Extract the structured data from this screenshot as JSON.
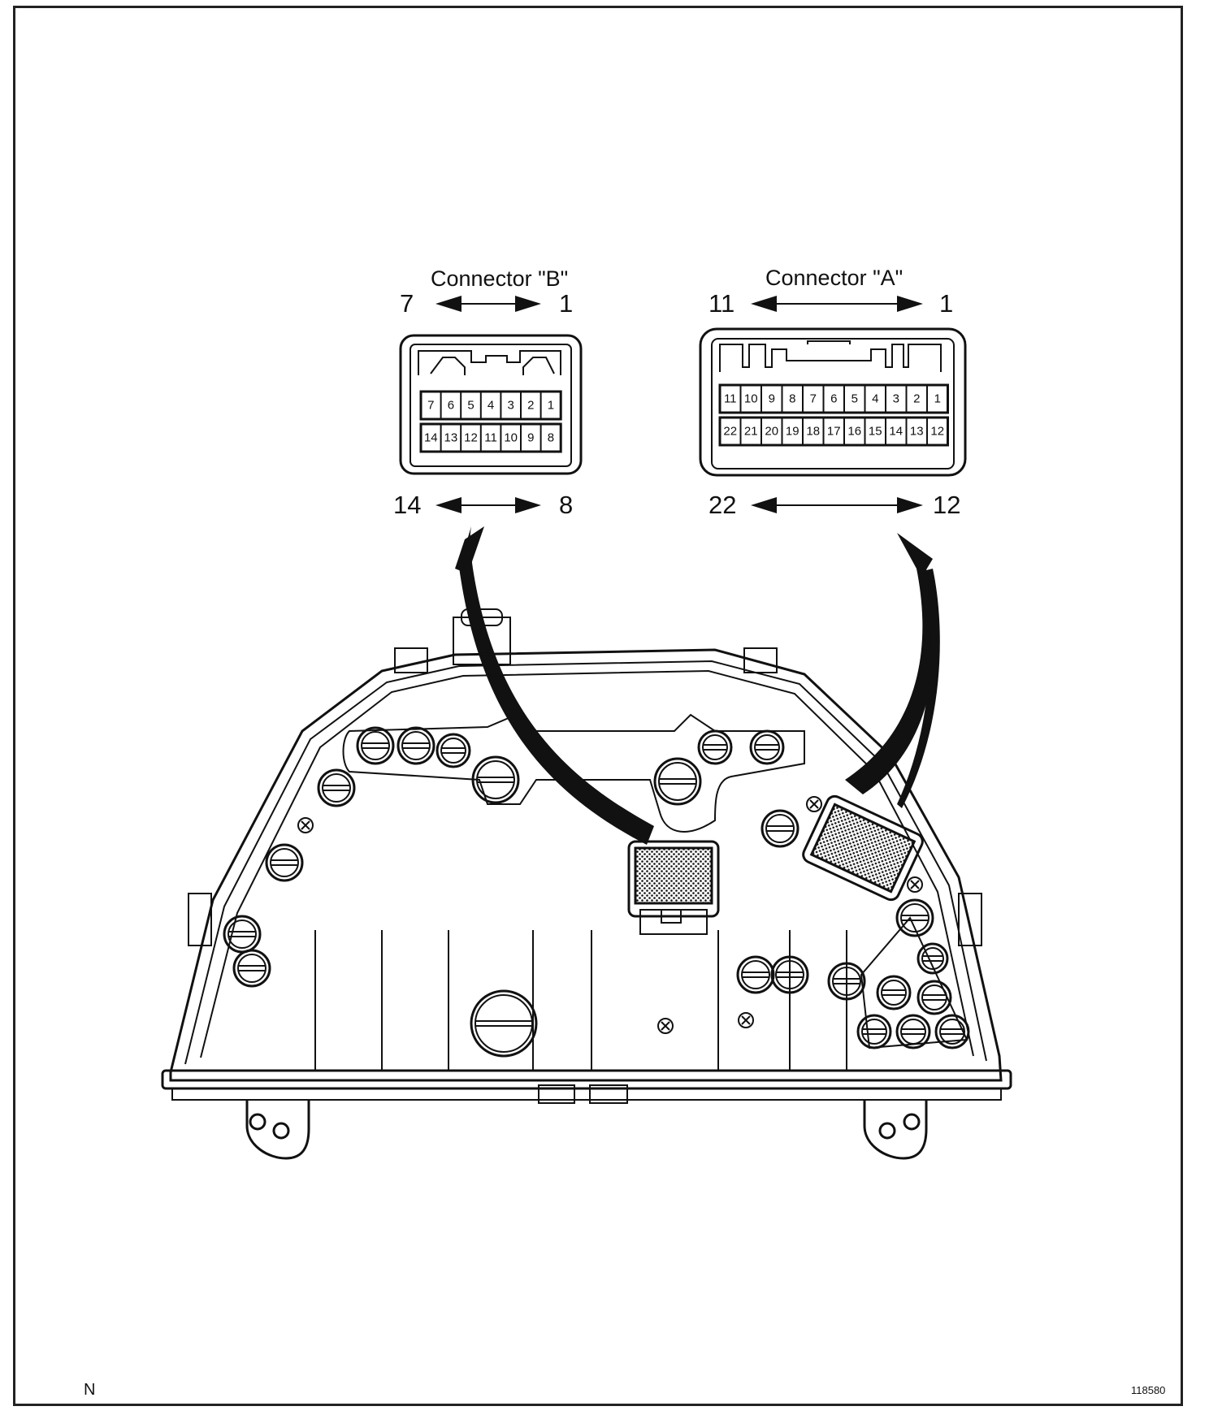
{
  "connector_b": {
    "title": "Connector \"B\"",
    "top_left": "7",
    "top_right": "1",
    "bottom_left": "14",
    "bottom_right": "8",
    "row1": [
      "7",
      "6",
      "5",
      "4",
      "3",
      "2",
      "1"
    ],
    "row2": [
      "14",
      "13",
      "12",
      "11",
      "10",
      "9",
      "8"
    ]
  },
  "connector_a": {
    "title": "Connector \"A\"",
    "top_left": "11",
    "top_right": "1",
    "bottom_left": "22",
    "bottom_right": "12",
    "row1": [
      "11",
      "10",
      "9",
      "8",
      "7",
      "6",
      "5",
      "4",
      "3",
      "2",
      "1"
    ],
    "row2": [
      "22",
      "21",
      "20",
      "19",
      "18",
      "17",
      "16",
      "15",
      "14",
      "13",
      "12"
    ]
  },
  "footer": {
    "left_mark": "N",
    "figure_number": "118580"
  }
}
